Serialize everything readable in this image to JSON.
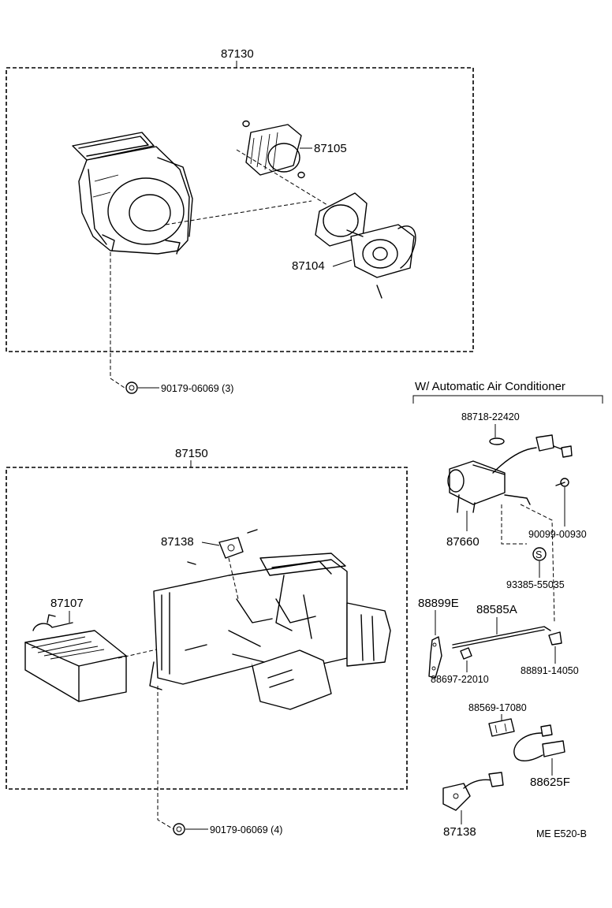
{
  "groups": {
    "blower": "87130",
    "heater_unit": "87150",
    "auto_ac": "W/ Automatic Air Conditioner"
  },
  "parts": {
    "p87105": "87105",
    "p87104": "87104",
    "p90179a": "90179-06069 (3)",
    "p87138a": "87138",
    "p87107": "87107",
    "p90179b": "90179-06069 (4)",
    "p88718": "88718-22420",
    "p87660": "87660",
    "p90099": "90099-00930",
    "s_mark": "S",
    "p93385": "93385-55035",
    "p88899": "88899E",
    "p88585": "88585A",
    "p88697": "88697-22010",
    "p88891": "88891-14050",
    "p88569": "88569-17080",
    "p88625": "88625F",
    "p87138b": "87138"
  },
  "footer": {
    "code": "ME  E520-B"
  }
}
